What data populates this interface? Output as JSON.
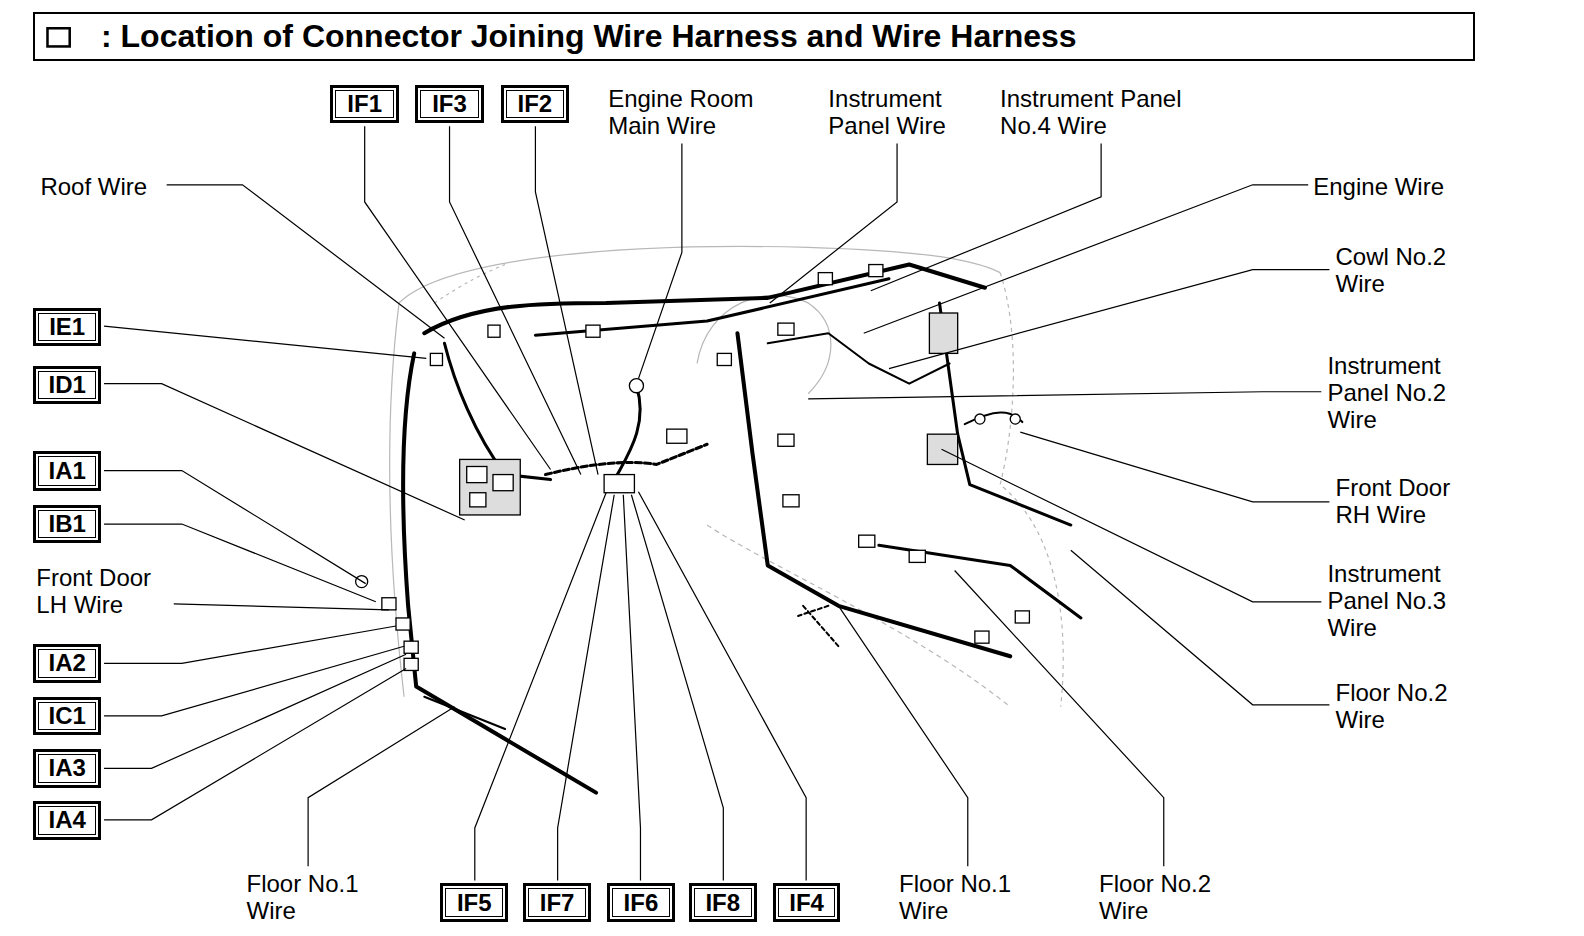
{
  "diagram": {
    "title": ": Location of Connector Joining Wire Harness and Wire Harness",
    "nodes": [
      {
        "text": [
          "IF1"
        ]
      },
      {
        "text": [
          "IF3"
        ]
      },
      {
        "text": [
          "IF2"
        ]
      },
      {
        "text": [
          "IE1"
        ]
      },
      {
        "text": [
          "ID1"
        ]
      },
      {
        "text": [
          "IA1"
        ]
      },
      {
        "text": [
          "IB1"
        ]
      },
      {
        "text": [
          "IA2"
        ]
      },
      {
        "text": [
          "IC1"
        ]
      },
      {
        "text": [
          "IA3"
        ]
      },
      {
        "text": [
          "IA4"
        ]
      },
      {
        "text": [
          "IF5"
        ]
      },
      {
        "text": [
          "IF7"
        ]
      },
      {
        "text": [
          "IF6"
        ]
      },
      {
        "text": [
          "IF8"
        ]
      },
      {
        "text": [
          "IF4"
        ]
      }
    ],
    "labels": [
      "Engine Room Main Wire",
      "Instrument Panel Wire",
      "Instrument Panel No.4 Wire",
      "Roof Wire",
      "Engine Wire",
      "Cowl No.2 Wire",
      "Instrument Panel No.2 Wire",
      "Front Door RH Wire",
      "Front Door LH Wire",
      "Instrument Panel No.3 Wire",
      "Floor No.2 Wire",
      "Floor No.1 Wire",
      "Floor No.1 Wire",
      "Floor No.2 Wire"
    ]
  }
}
